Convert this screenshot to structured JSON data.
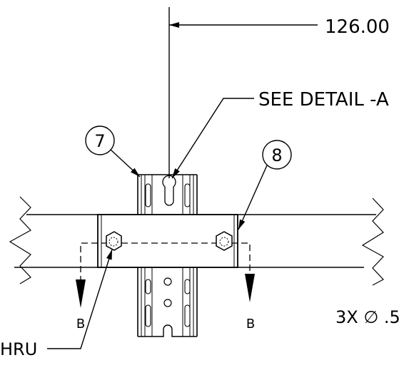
{
  "dimension": {
    "value": "126.00"
  },
  "callouts": {
    "detail_note": "SEE DETAIL -A",
    "balloon_7": "7",
    "balloon_8": "8"
  },
  "section": {
    "left_label": "B",
    "right_label": "B"
  },
  "hole_note": "3X ∅ .5",
  "thru_note": "HRU"
}
